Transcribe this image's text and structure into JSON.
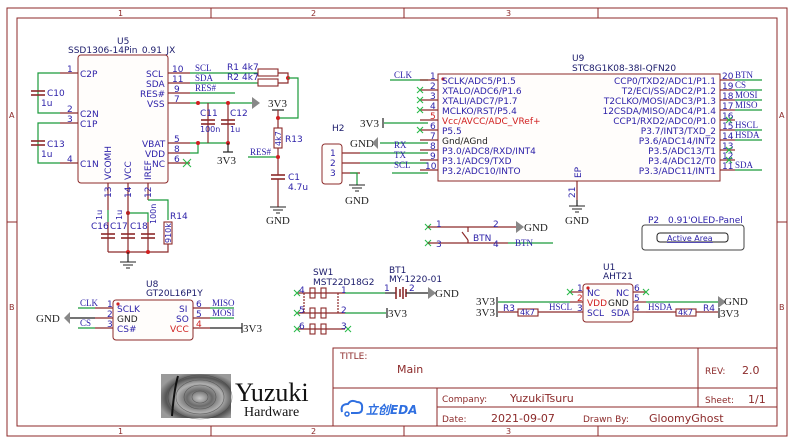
{
  "sheet": {
    "zones_columns": [
      "1",
      "2",
      "3"
    ],
    "zones_rows": [
      "A",
      "B"
    ],
    "frame_color": "#8c2a2a",
    "wire_color": "#1a9a3a",
    "label_color": "#2b1fa8",
    "power_pin_color": "#d02020"
  },
  "title_block": {
    "title_label": "TITLE:",
    "title": "Main",
    "rev_label": "REV:",
    "rev": "2.0",
    "company_label": "Company:",
    "company": "YuzukiTsuru",
    "sheet_label": "Sheet:",
    "sheet": "1/1",
    "date_label": "Date:",
    "date": "2021-09-07",
    "drawn_by_label": "Drawn By:",
    "drawn_by": "GloomyGhost",
    "logo_main": "Yuzuki",
    "logo_sub": "Hardware",
    "eda_logo": "立创EDA"
  },
  "u5": {
    "ref": "U5",
    "value": "SSD1306-14Pin_0.91_JX",
    "left_pins": [
      {
        "num": "1",
        "name": "C2P"
      },
      {
        "num": "2",
        "name": "C2N"
      },
      {
        "num": "3",
        "name": "C1P"
      },
      {
        "num": "4",
        "name": "C1N"
      }
    ],
    "right_pins": [
      {
        "num": "10",
        "name": "SCL",
        "net": "SCL"
      },
      {
        "num": "11",
        "name": "SDA",
        "net": "SDA"
      },
      {
        "num": "9",
        "name": "RES#",
        "net": "RES#"
      },
      {
        "num": "7",
        "name": "VSS",
        "net": ""
      },
      {
        "num": "5",
        "name": "VBAT",
        "net": ""
      },
      {
        "num": "8",
        "name": "VDD",
        "net": ""
      },
      {
        "num": "6",
        "name": "NC",
        "net": ""
      }
    ],
    "bottom_pins": [
      {
        "num": "13",
        "name": "VCOMH"
      },
      {
        "num": "14",
        "name": "VCC"
      },
      {
        "num": "12",
        "name": "IREF"
      }
    ]
  },
  "passives": {
    "c10": {
      "ref": "C10",
      "value": "1u"
    },
    "c13": {
      "ref": "C13",
      "value": "1u"
    },
    "c11": {
      "ref": "C11",
      "value": "100n"
    },
    "c12": {
      "ref": "C12",
      "value": "1u"
    },
    "c16": {
      "ref": "C16",
      "value": "1u"
    },
    "c17": {
      "ref": "C17",
      "value": "1u"
    },
    "c18": {
      "ref": "C18",
      "value": "100n"
    },
    "r14": {
      "ref": "R14",
      "value": "910k"
    },
    "r1": {
      "ref": "R1",
      "value": "4k7"
    },
    "r2": {
      "ref": "R2",
      "value": "4k7"
    },
    "r13": {
      "ref": "R13",
      "value": "4k7"
    },
    "c1": {
      "ref": "C1",
      "value": "4.7u"
    },
    "r3": {
      "ref": "R3",
      "value": "4k7"
    },
    "r4": {
      "ref": "R4",
      "value": "4k7"
    }
  },
  "power": {
    "v33": "3V3",
    "gnd": "GND"
  },
  "h2": {
    "ref": "H2",
    "pins": [
      "1",
      "2",
      "3"
    ],
    "nets": [
      "RX",
      "TX",
      "SCL"
    ]
  },
  "u9": {
    "ref": "U9",
    "value": "STC8G1K08-38I-QFN20",
    "left_pins": [
      {
        "num": "1",
        "name": "SCLK/ADC5/P1.5",
        "net": "CLK"
      },
      {
        "num": "2",
        "name": "XTALO/ADC6/P1.6",
        "net": ""
      },
      {
        "num": "3",
        "name": "XTALI/ADC7/P1.7",
        "net": ""
      },
      {
        "num": "4",
        "name": "MCLKO/RST/P5.4",
        "net": ""
      },
      {
        "num": "5",
        "name": "Vcc/AVCC/ADC_VRef+",
        "net": "3V3"
      },
      {
        "num": "6",
        "name": "P5.5",
        "net": ""
      },
      {
        "num": "7",
        "name": "Gnd/AGnd",
        "net": "GND"
      },
      {
        "num": "8",
        "name": "P3.0/ADC8/RXD/INT4",
        "net": "RX"
      },
      {
        "num": "9",
        "name": "P3.1/ADC9/TXD",
        "net": "TX"
      },
      {
        "num": "10",
        "name": "P3.2/ADC10/INTO",
        "net": "SCL"
      }
    ],
    "right_pins": [
      {
        "num": "20",
        "name": "CCP0/TXD2/ADC1/P1.1",
        "net": "BTN"
      },
      {
        "num": "19",
        "name": "T2/ECI/SS/ADC2/P1.2",
        "net": "CS"
      },
      {
        "num": "18",
        "name": "T2CLKO/MOSI/ADC3/P1.3",
        "net": "MOSI"
      },
      {
        "num": "17",
        "name": "12CSDA/MISO/ADC4/P1.4",
        "net": "MISO"
      },
      {
        "num": "16",
        "name": "CCP1/RXD2/ADC0/P1.0",
        "net": ""
      },
      {
        "num": "15",
        "name": "P3.7/INT3/TXD_2",
        "net": "HSCL"
      },
      {
        "num": "14",
        "name": "P3.6/ADC14/INT2",
        "net": "HSDA"
      },
      {
        "num": "13",
        "name": "P3.5/ADC13/T1",
        "net": ""
      },
      {
        "num": "12",
        "name": "P3.4/ADC12/T0",
        "net": ""
      },
      {
        "num": "11",
        "name": "P3.3/ADC11/INT1",
        "net": "SDA"
      }
    ],
    "ep_pin": {
      "num": "21",
      "name": "EP"
    }
  },
  "btn": {
    "ref": "BTN",
    "pins": [
      "1",
      "2",
      "3",
      "4"
    ],
    "net": "BTN"
  },
  "p2": {
    "ref": "P2",
    "value": "0.91'OLED-Panel",
    "inner": "Active Area"
  },
  "u8": {
    "ref": "U8",
    "value": "GT20L16P1Y",
    "left_pins": [
      {
        "num": "1",
        "name": "SCLK",
        "net": "CLK"
      },
      {
        "num": "2",
        "name": "GND",
        "net": "GND"
      },
      {
        "num": "3",
        "name": "CS#",
        "net": "CS"
      }
    ],
    "right_pins": [
      {
        "num": "6",
        "name": "SI",
        "net": "MISO"
      },
      {
        "num": "5",
        "name": "SO",
        "net": "MOSI"
      },
      {
        "num": "4",
        "name": "VCC",
        "net": "3V3"
      }
    ]
  },
  "sw1": {
    "ref": "SW1",
    "value": "MST22D18G2",
    "pins": [
      "4",
      "5",
      "6",
      "1",
      "2",
      "3"
    ],
    "aux": [
      "A",
      "A",
      "B",
      "B"
    ]
  },
  "bt1": {
    "ref": "BT1",
    "value": "MY-1220-01",
    "pins": [
      "1",
      "2"
    ]
  },
  "u1": {
    "ref": "U1",
    "value": "AHT21",
    "left_pins": [
      {
        "num": "1",
        "name": "NC"
      },
      {
        "num": "2",
        "name": "VDD"
      },
      {
        "num": "3",
        "name": "SCL",
        "net": "HSCL"
      }
    ],
    "right_pins": [
      {
        "num": "6",
        "name": "NC"
      },
      {
        "num": "5",
        "name": "GND"
      },
      {
        "num": "4",
        "name": "SDA",
        "net": "HSDA"
      }
    ]
  }
}
